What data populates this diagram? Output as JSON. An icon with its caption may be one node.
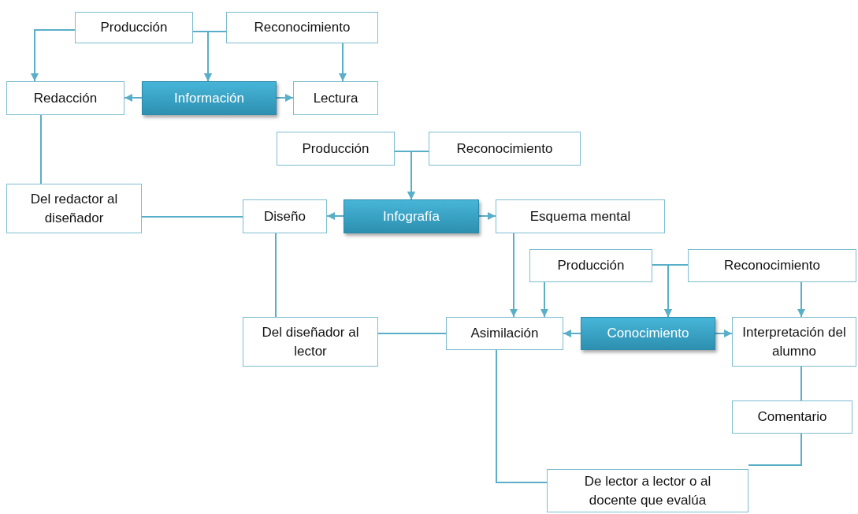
{
  "diagram": {
    "nodes": [
      {
        "text": [
          "Producción"
        ]
      },
      {
        "text": [
          "Reconocimiento"
        ]
      },
      {
        "text": [
          "Redacción"
        ]
      },
      {
        "text": [
          "Información"
        ]
      },
      {
        "text": [
          "Lectura"
        ]
      },
      {
        "text": [
          "Producción"
        ]
      },
      {
        "text": [
          "Reconocimiento"
        ]
      },
      {
        "text": [
          "Del redactor al diseñador"
        ]
      },
      {
        "text": [
          "Diseño"
        ]
      },
      {
        "text": [
          "Infografía"
        ]
      },
      {
        "text": [
          "Esquema mental"
        ]
      },
      {
        "text": [
          "Producción"
        ]
      },
      {
        "text": [
          "Reconocimiento"
        ]
      },
      {
        "text": [
          "Del diseñador al lector"
        ]
      },
      {
        "text": [
          "Asimilación"
        ]
      },
      {
        "text": [
          "Conocimiento"
        ]
      },
      {
        "text": [
          "Interpretación del alumno"
        ]
      },
      {
        "text": [
          "Comentario"
        ]
      },
      {
        "text": [
          "De lector a lector o al docente que evalúa"
        ]
      }
    ],
    "edges": [
      {
        "from": 0,
        "to": 2,
        "arrow": "to"
      },
      {
        "from": 0,
        "to": 3,
        "arrow": "to"
      },
      {
        "from": 1,
        "to": 3,
        "arrow": "to"
      },
      {
        "from": 1,
        "to": 4,
        "arrow": "to"
      },
      {
        "from": 3,
        "to": 2,
        "arrow": "to"
      },
      {
        "from": 3,
        "to": 4,
        "arrow": "to"
      },
      {
        "from": 2,
        "to": 7,
        "arrow": "none"
      },
      {
        "from": 5,
        "to": 9,
        "arrow": "to"
      },
      {
        "from": 6,
        "to": 9,
        "arrow": "to"
      },
      {
        "from": 9,
        "to": 8,
        "arrow": "to"
      },
      {
        "from": 9,
        "to": 10,
        "arrow": "to"
      },
      {
        "from": 7,
        "to": 8,
        "arrow": "none"
      },
      {
        "from": 8,
        "to": 13,
        "arrow": "none"
      },
      {
        "from": 10,
        "to": 14,
        "arrow": "to"
      },
      {
        "from": 11,
        "to": 14,
        "arrow": "to"
      },
      {
        "from": 11,
        "to": 15,
        "arrow": "to"
      },
      {
        "from": 12,
        "to": 15,
        "arrow": "to"
      },
      {
        "from": 12,
        "to": 16,
        "arrow": "to"
      },
      {
        "from": 15,
        "to": 14,
        "arrow": "to"
      },
      {
        "from": 15,
        "to": 16,
        "arrow": "to"
      },
      {
        "from": 13,
        "to": 14,
        "arrow": "none"
      },
      {
        "from": 16,
        "to": 17,
        "arrow": "none"
      },
      {
        "from": 14,
        "to": 18,
        "arrow": "none"
      },
      {
        "from": 17,
        "to": 18,
        "arrow": "none"
      }
    ]
  }
}
